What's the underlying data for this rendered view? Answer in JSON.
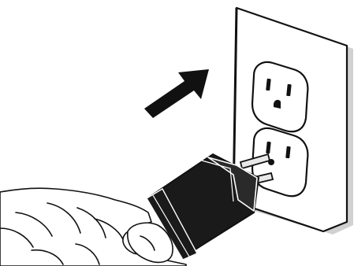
{
  "illustration": {
    "subject": "hand-inserting-plug-into-wall-outlet",
    "icons": [
      "arrow-icon",
      "wall-plate",
      "outlet-receptacle-top",
      "outlet-receptacle-bottom",
      "plug",
      "hand"
    ],
    "colors": {
      "line": "#111111",
      "plate_fill": "#ffffff",
      "plate_shadow": "#9a9a9a",
      "plug_body": "#1a1a1a",
      "prong": "#e8e8e8",
      "background": "#ffffff"
    }
  }
}
